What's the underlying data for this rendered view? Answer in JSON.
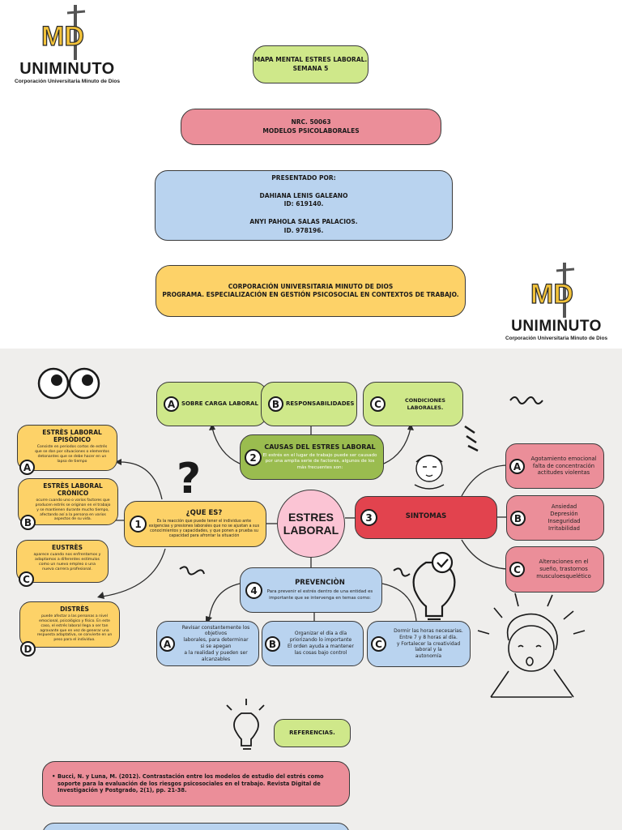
{
  "logo": {
    "monogram": "MD",
    "word": "UNIMINUTO",
    "sub": "Corporación Universitaria Minuto de Dios"
  },
  "header": {
    "title": [
      "MAPA MENTAL ESTRES LABORAL.",
      "SEMANA 5"
    ],
    "course": [
      "NRC. 50063",
      "MODELOS PSICOLABORALES"
    ],
    "authors": [
      "PRESENTADO POR:",
      "DAHIANA LENIS GALEANO",
      "ID: 619140.",
      "ANYI PAHOLA SALAS PALACIOS.",
      "ID. 978196."
    ],
    "program": [
      "CORPORACIÓN UNIVERSITARIA MINUTO DE DIOS",
      "PROGRAMA. ESPECIALIZACIÓN EN GESTIÓN PSICOSOCIAL EN CONTEXTOS DE TRABAJO."
    ]
  },
  "map": {
    "center": [
      "ESTRES",
      "LABORAL"
    ],
    "causes": {
      "num": "2",
      "title": "CAUSAS  DEL ESTRES LABORAL",
      "text": "El estrés en el lugar de trabajo puede ser causado por una amplia serie de factores, algunos de los más frecuentes son:",
      "items": [
        {
          "letter": "A",
          "label": "SOBRE CARGA LABORAL"
        },
        {
          "letter": "B",
          "label": "RESPONSABILIDADES"
        },
        {
          "letter": "C",
          "label": "CONDICIONES LABORALES."
        }
      ]
    },
    "what": {
      "num": "1",
      "title": "¿QUE ES?",
      "text": "Es la reacción que puede tener el individuo ante exigencias y presiones laborales que no se ajustan a sus conocimientos y capacidades, y que ponen a prueba su capacidad para afrontar la situación",
      "question_mark": "?",
      "types": [
        {
          "letter": "A",
          "title": "ESTRÈS LABORAL EPISÒDICO",
          "text": "Consiste en periodos cortos de estrés que se dan por situaciones o elementos detonantes que se debe hacer en un lapso de tiempo"
        },
        {
          "letter": "B",
          "title": "ESTRÈS LABORAL CRÒNICO",
          "text": "ocurre cuando uno o varios factores que producen estrés se originan en el trabajo y se mantienen durante mucho tiempo, afectando así a la persona en varios aspectos de su vida."
        },
        {
          "letter": "C",
          "title": "EUSTRÈS",
          "text": "aparece cuando nos enfrentamos y adaptamos a diferentes estímulos como un nuevo empleo o una nueva carrera profesional."
        },
        {
          "letter": "D",
          "title": "DISTRÈS",
          "text": "puede afectar a las personas a nivel emocional, psicológico y físico. En este caso, el estrés laboral llega a ser tan agravante que en vez de generar una respuesta adaptativa, se convierte en un peso para el individuo."
        }
      ]
    },
    "symptoms": {
      "num": "3",
      "title": "SINTOMAS",
      "items": [
        {
          "letter": "A",
          "lines": [
            "Agotamiento emocional",
            "falta de concentración",
            "actitudes violentas"
          ]
        },
        {
          "letter": "B",
          "lines": [
            "Ansiedad",
            "Depresión",
            "Inseguridad",
            "Irritabilidad"
          ]
        },
        {
          "letter": "C",
          "lines": [
            "Alteraciones en el",
            "sueño, trastornos",
            "musculoesquelético"
          ]
        }
      ]
    },
    "prevention": {
      "num": "4",
      "title": "PREVENCIÒN",
      "text": "Para prevenir el estrés dentro de una entidad es importante que se intervenga en temas como:",
      "items": [
        {
          "letter": "A",
          "lines": [
            "Revisar constantemente los",
            "objetivos",
            "laborales, para determinar",
            "si se apegan",
            "a la realidad y pueden ser",
            "alcanzables"
          ]
        },
        {
          "letter": "B",
          "lines": [
            "Organizar el día a día",
            "priorizando lo importante",
            "El orden ayuda a mantener",
            "las cosas bajo control"
          ]
        },
        {
          "letter": "C",
          "lines": [
            "Dormir las horas necesarias.",
            "Entre 7 y 8 horas al día.",
            "y Fortalecer la creatividad",
            "laboral y la",
            "autonomía"
          ]
        }
      ]
    }
  },
  "references": {
    "title": "REFERENCIAS.",
    "items": [
      "Bucci, N. y Luna, M. (2012). Contrastación entre los modelos de estudio del estrés como soporte para la evaluación de los riesgos psicosociales en el trabajo. Revista Digital de Investigación y Postgrado, 2(1), pp. 21-38."
    ]
  },
  "colors": {
    "green": "#cfe88a",
    "pink": "#eb8e99",
    "blue": "#b9d3ef",
    "yellow": "#fdd268",
    "olive": "#9abc4f",
    "red": "#e2434e",
    "lightpink": "#fbc4d4",
    "paper": "#efeeec"
  }
}
